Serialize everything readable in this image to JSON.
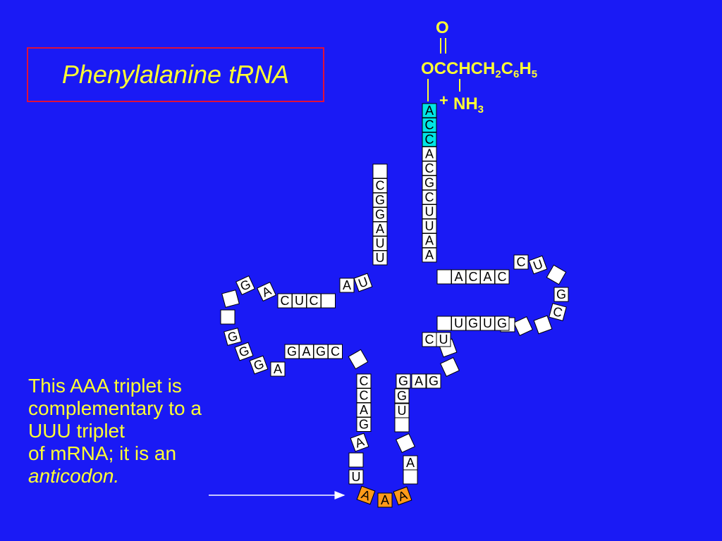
{
  "title": "Phenylalanine tRNA",
  "caption": {
    "line1": "This AAA triplet is",
    "line2": "complementary to a",
    "line3": "UUU triplet",
    "line4": "of mRNA;  it is an",
    "line5": "anticodon."
  },
  "formula": {
    "oxygen": "O",
    "main": "OCCHCH",
    "sub1": "2",
    "c": "C",
    "sub2": "6",
    "h": "H",
    "sub3": "5",
    "plus": "+",
    "amine": "NH",
    "sub4": "3"
  },
  "colors": {
    "background": "#1a1af5",
    "text": "#ffff33",
    "title_border": "#e0103a",
    "box_fill": "#ffffff",
    "acceptor_highlight": "#00e5e5",
    "anticodon_highlight": "#ff9a1a"
  },
  "nucleotides": {
    "acceptor_3prime": [
      "A",
      "C",
      "C",
      "A",
      "C",
      "G",
      "C",
      "U",
      "U",
      "A",
      "A"
    ],
    "acceptor_5prime": [
      "",
      "C",
      "G",
      "G",
      "A",
      "U",
      "U"
    ],
    "d_arm_top": [
      "A",
      "U"
    ],
    "d_loop": [
      "G",
      "A",
      "",
      "",
      "G",
      "G",
      "G",
      "A"
    ],
    "d_stem_a": [
      "C",
      "U",
      "C",
      ""
    ],
    "d_stem_b": [
      "G",
      "A",
      "G",
      "C"
    ],
    "connector": [
      ""
    ],
    "anticodon_stem_5": [
      "C",
      "C",
      "A",
      "G"
    ],
    "anticodon_loop": [
      "A",
      "",
      "U",
      "A",
      "A",
      "A",
      "A",
      ""
    ],
    "anticodon_stem_3": [
      "G",
      "A",
      "G",
      "G",
      "U",
      ""
    ],
    "variable_loop": [
      "",
      "",
      "C",
      "U"
    ],
    "t_stem_a": [
      "",
      "A",
      "C",
      "A",
      "C"
    ],
    "t_loop": [
      "C",
      "U",
      "",
      "G",
      "C",
      "",
      "",
      ""
    ],
    "t_stem_b": [
      "",
      "U",
      "G",
      "U",
      "G"
    ]
  }
}
